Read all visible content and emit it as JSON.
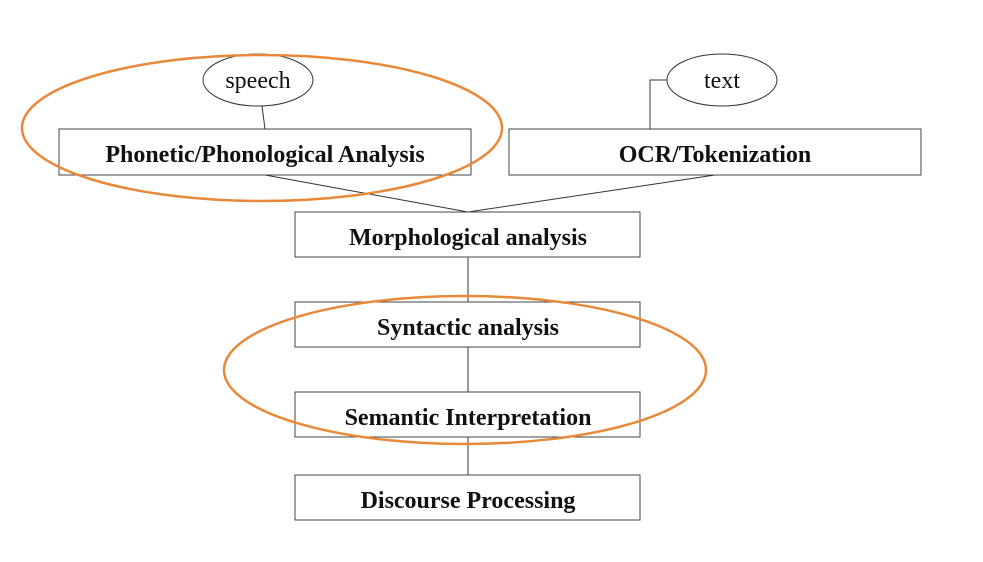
{
  "colors": {
    "highlight": "#e8893a",
    "box_border": "#444444",
    "text": "#111111"
  },
  "inputs": {
    "speech": "speech",
    "text": "text"
  },
  "stages": {
    "phonetic": "Phonetic/Phonological Analysis",
    "ocr": "OCR/Tokenization",
    "morphological": "Morphological analysis",
    "syntactic": "Syntactic analysis",
    "semantic": "Semantic Interpretation",
    "discourse": "Discourse Processing"
  }
}
